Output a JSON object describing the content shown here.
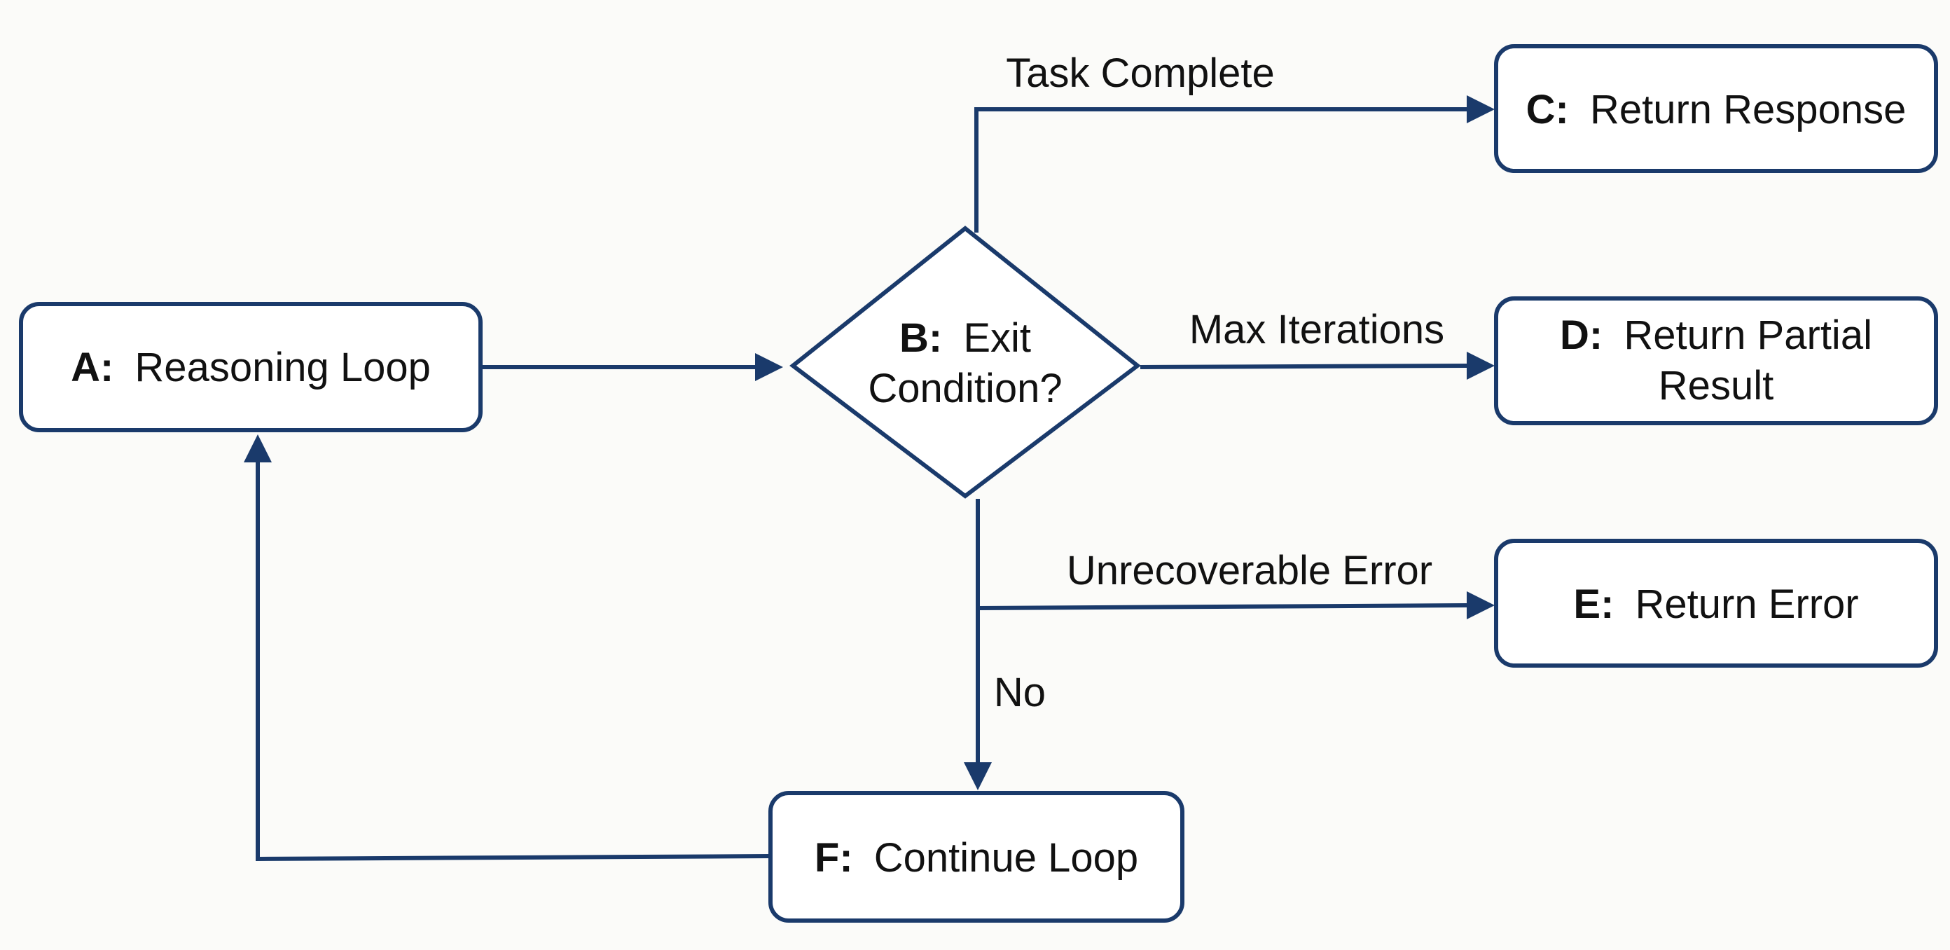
{
  "nodes": {
    "a": {
      "id": "A:",
      "label_lines": [
        "Reasoning Loop"
      ]
    },
    "b": {
      "id": "B:",
      "label_lines": [
        "Exit",
        "Condition?"
      ]
    },
    "c": {
      "id": "C:",
      "label_lines": [
        "Return Response"
      ]
    },
    "d": {
      "id": "D:",
      "label_lines": [
        "Return Partial",
        "Result"
      ]
    },
    "e": {
      "id": "E:",
      "label_lines": [
        "Return Error"
      ]
    },
    "f": {
      "id": "F:",
      "label_lines": [
        "Continue Loop"
      ]
    }
  },
  "edges": {
    "task_complete": "Task Complete",
    "max_iterations": "Max Iterations",
    "unrecoverable_error": "Unrecoverable Error",
    "no": "No"
  },
  "colors": {
    "stroke": "#1a3a6b",
    "background": "#fbfbf9"
  }
}
